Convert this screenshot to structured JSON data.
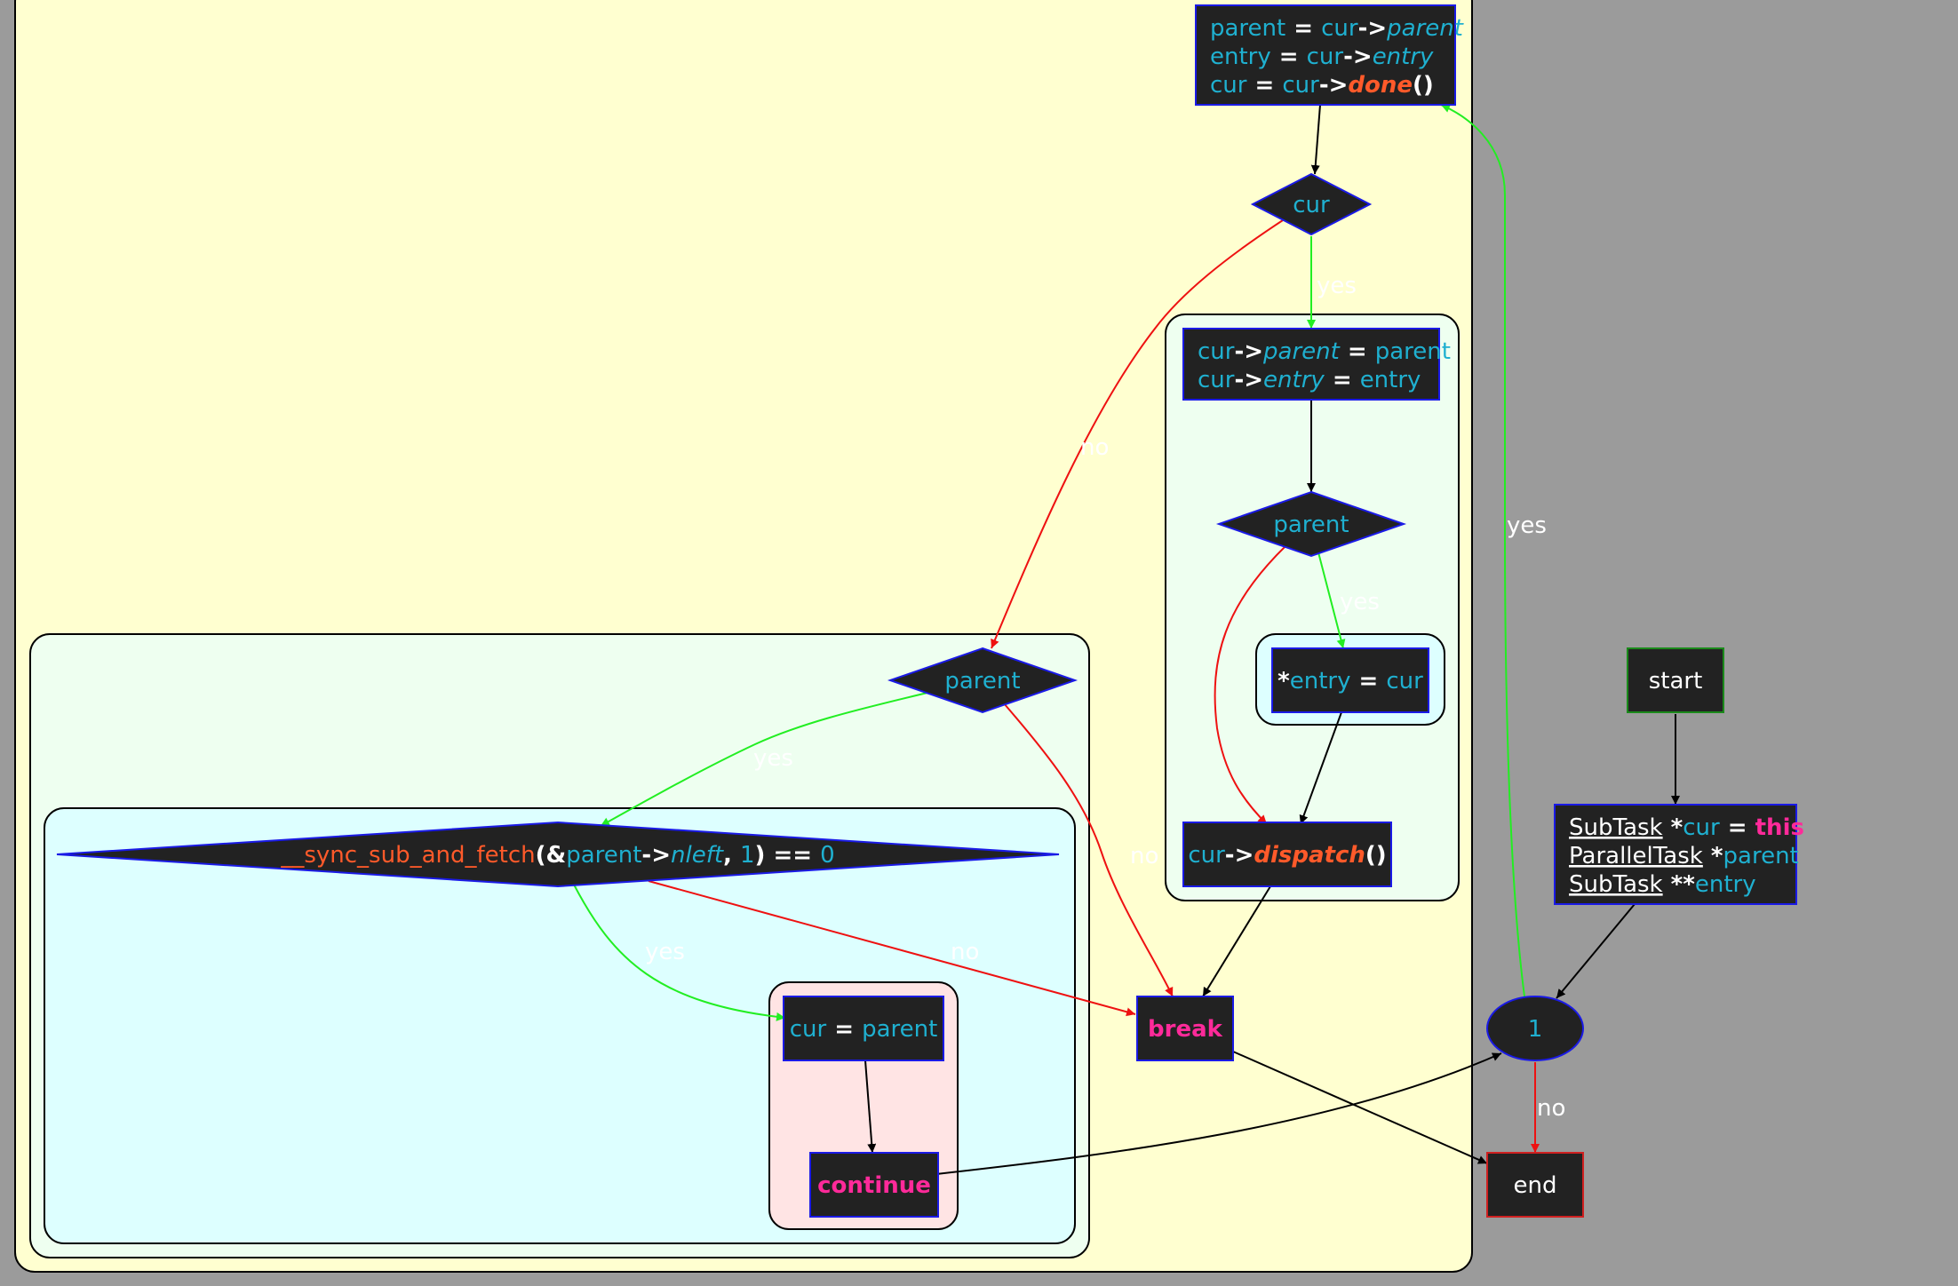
{
  "colors": {
    "background": "#9b9b9b",
    "outer_cluster": "#ffffd0",
    "mint_cluster": "#eefff0",
    "cyan_cluster": "#ddffff",
    "pink_cluster": "#ffe4e4",
    "node_fill": "#222222",
    "node_border": "#1a1ae6",
    "cyan_text": "#1fb0d0",
    "keyword_pink": "#ff2a9a",
    "function_orange": "#ff5a2a",
    "edge_yes": "#22ee22",
    "edge_no": "#ee1111",
    "edge_plain": "#000000"
  },
  "nodes": {
    "parent_assign": {
      "l1": {
        "a": "parent",
        "op": " = ",
        "b": "cur",
        "arrow": "->",
        "c": "parent"
      },
      "l2": {
        "a": "entry",
        "op": " = ",
        "b": "cur",
        "arrow": "->",
        "c": "entry"
      },
      "l3": {
        "a": "cur",
        "op": " = ",
        "b": "cur",
        "arrow": "->",
        "fn": "done",
        "paren": "()"
      }
    },
    "cur_check": "cur",
    "cur_set": {
      "l1": {
        "a": "cur",
        "arrow": "->",
        "b": "parent",
        "op": " = ",
        "c": "parent"
      },
      "l2": {
        "a": "cur",
        "arrow": "->",
        "b": "entry",
        "op": " = ",
        "c": "entry"
      }
    },
    "parent_check_right": "parent",
    "entry_assign": {
      "star": "*",
      "a": "entry",
      "op": " = ",
      "b": "cur"
    },
    "dispatch": {
      "a": "cur",
      "arrow": "->",
      "fn": "dispatch",
      "paren": "()"
    },
    "parent_check_left": "parent",
    "sync_check": {
      "fn": "__sync_sub_and_fetch",
      "p1": "(&",
      "a": "parent",
      "arrow": "->",
      "b": "nleft",
      "comma": ", ",
      "n": "1",
      "p2": ")",
      "eq": " == ",
      "z": "0"
    },
    "cur_eq_parent": {
      "a": "cur",
      "op": " = ",
      "b": "parent"
    },
    "continue": "continue",
    "break": "break",
    "start": "start",
    "decl": {
      "l1": {
        "t": "SubTask",
        "s": " *",
        "v": "cur",
        "op": " = ",
        "k": "this"
      },
      "l2": {
        "t": "ParallelTask",
        "s": " *",
        "v": "parent"
      },
      "l3": {
        "t": "SubTask",
        "s": " **",
        "v": "entry"
      }
    },
    "loop_one": "1",
    "end": "end"
  },
  "edge_labels": {
    "yes": "yes",
    "no": "no"
  }
}
